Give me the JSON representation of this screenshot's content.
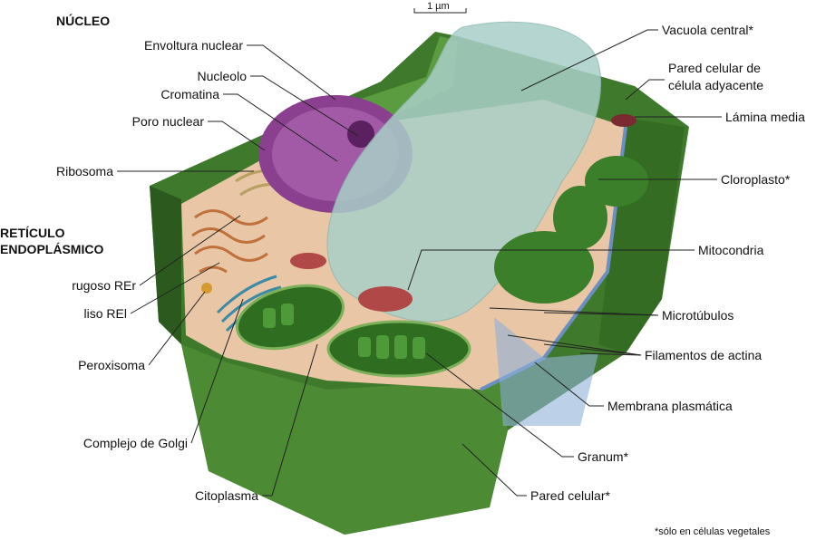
{
  "scale_bar": "1 µm",
  "headers": {
    "nucleus": "NÚCLEO",
    "er_line1": "RETÍCULO",
    "er_line2": "ENDOPLÁSMICO"
  },
  "labels_left": {
    "envoltura": "Envoltura nuclear",
    "nucleolo": "Nucleolo",
    "cromatina": "Cromatina",
    "poro": "Poro nuclear",
    "ribosoma": "Ribosoma",
    "rugoso": "rugoso REr",
    "liso": "liso REl",
    "peroxisoma": "Peroxisoma",
    "golgi": "Complejo de Golgi",
    "citoplasma": "Citoplasma"
  },
  "labels_right": {
    "vacuola": "Vacuola central*",
    "pared_ady_1": "Pared celular de",
    "pared_ady_2": "célula adyacente",
    "lamina": "Lámina media",
    "cloroplasto": "Cloroplasto*",
    "mitocondria": "Mitocondria",
    "microtubulos": "Microtúbulos",
    "actina": "Filamentos de actina",
    "membrana": "Membrana plasmática",
    "granum": "Granum*",
    "pared": "Pared celular*"
  },
  "footnote": "*sólo en células vegetales",
  "colors": {
    "wall": "#3f7a2c",
    "wall_dark": "#2c5a1e",
    "vacuole": "#a9cfc8",
    "nucleus": "#8a3f8f",
    "cytoplasm": "#e8c6a6",
    "chloroplast": "#3b7f2a",
    "mitochondria": "#b04848"
  }
}
